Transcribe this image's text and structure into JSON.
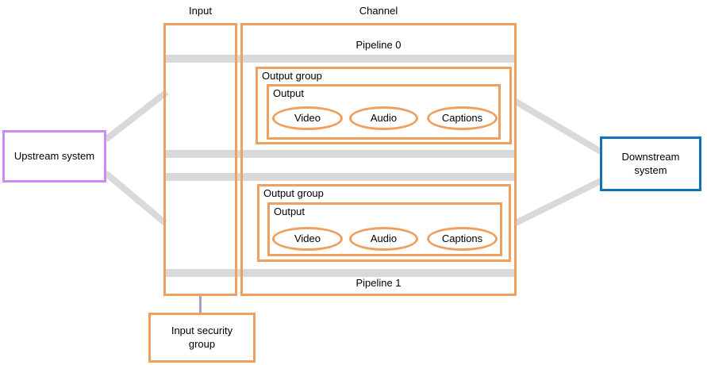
{
  "diagram": {
    "input": {
      "label": "Input"
    },
    "channel": {
      "label": "Channel",
      "pipelines": [
        {
          "label": "Pipeline 0",
          "output_group": {
            "label": "Output group",
            "output": {
              "label": "Output",
              "streams": [
                "Video",
                "Audio",
                "Captions"
              ]
            }
          }
        },
        {
          "label": "Pipeline 1",
          "output_group": {
            "label": "Output group",
            "output": {
              "label": "Output",
              "streams": [
                "Video",
                "Audio",
                "Captions"
              ]
            }
          }
        }
      ]
    },
    "upstream_system": {
      "label": "Upstream system"
    },
    "downstream_system": {
      "label": "Downstream system"
    },
    "input_security_group": {
      "label": "Input security group"
    }
  },
  "colors": {
    "box_orange": "#F0A05E",
    "upstream_purple": "#CA8CEE",
    "downstream_blue": "#0F72BC",
    "stream_gray": "#D9D9D9",
    "connector_lavender": "#AC9CC8",
    "text": "#000000",
    "background": "#FFFFFF"
  }
}
